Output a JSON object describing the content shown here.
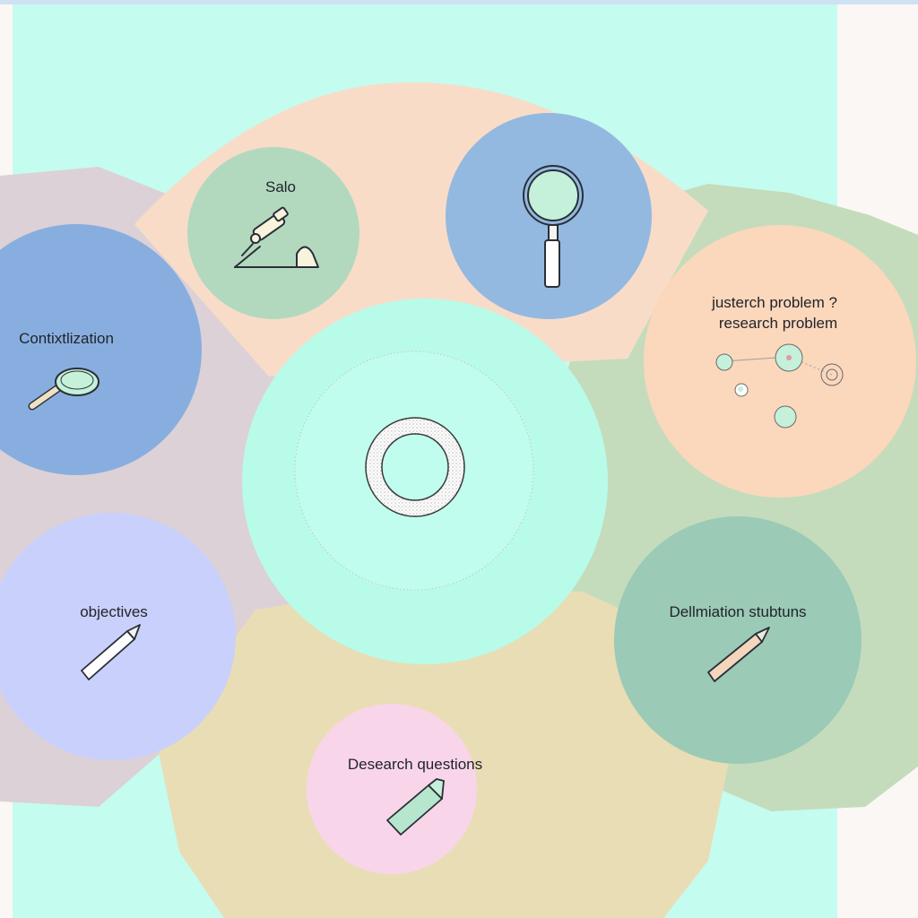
{
  "diagram": {
    "labels": {
      "scale": "Salo",
      "contextualization": "Contixtlization",
      "justification_line1": "justerch problem ?",
      "justification_line2": "research problem",
      "objectives": "objectives",
      "delimitation": "Dellmiation stubtuns",
      "research_questions": "Desearch questions"
    },
    "colors": {
      "background_page": "#fbf7f4",
      "background_panel": "#c4fcef",
      "top_band": "#cfe2f3",
      "peach_petal": "#f9dcc8",
      "mauve_petal": "#dcd1d6",
      "green_petal": "#c4dcbc",
      "tan_petal": "#e9ddb6",
      "scale_circle": "#b2d9be",
      "magnifier_circle": "#93b9e0",
      "justification_circle": "#fbd7bc",
      "contextualization_circle": "#88aee0",
      "objectives_circle": "#c9d0fb",
      "delimitation_circle": "#9bcab7",
      "research_questions_circle": "#f9d5ea",
      "center_outer": "#b8fbe9",
      "center_inner": "#c0fdee",
      "accent_mint": "#c5f0d9"
    },
    "icons": [
      "microscope-icon",
      "magnifying-glass-icon",
      "small-magnifying-glass-icon",
      "molecule-nodes-icon",
      "ring-icon",
      "pencil-icon",
      "crayon-icon"
    ]
  }
}
